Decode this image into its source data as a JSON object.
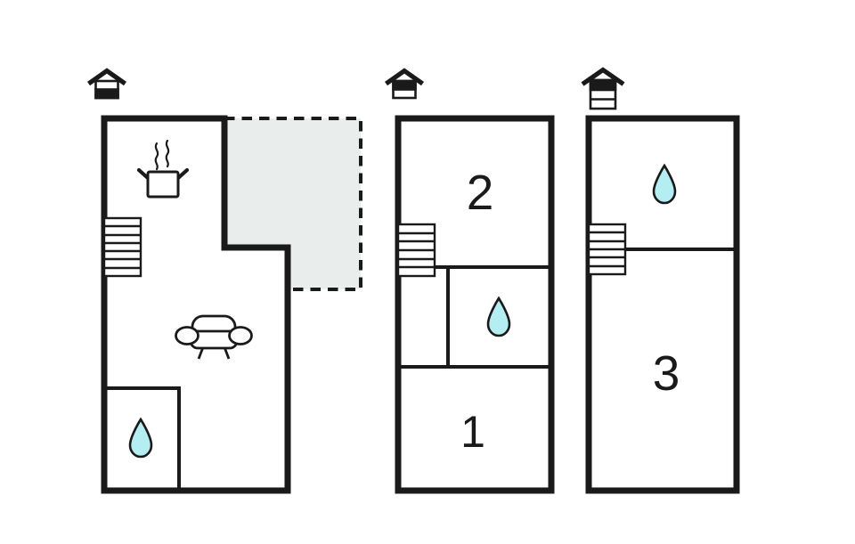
{
  "page": {
    "background": "#ffffff",
    "type": "property-floor-plan"
  },
  "palette": {
    "wall_color": "#1a1a1a",
    "terrace_fill": "#e9eeec",
    "water_drop_fill": "#b4eef2",
    "room_fill": "#ffffff"
  },
  "floors": {
    "ground": {
      "name": "ground-floor",
      "icon": "house-ground-floor-icon",
      "features": [
        "kitchen-pot-with-steam",
        "staircase",
        "sofa",
        "bathroom-water-drop",
        "dashed-terrace"
      ]
    },
    "first": {
      "name": "first-floor",
      "icon": "house-first-floor-icon",
      "features": [
        "staircase",
        "bathroom-water-drop"
      ],
      "rooms": {
        "room2": {
          "label": "2"
        },
        "room1": {
          "label": "1"
        }
      }
    },
    "top": {
      "name": "top-floor",
      "icon": "house-top-floor-icon",
      "features": [
        "staircase",
        "bathroom-water-drop"
      ],
      "rooms": {
        "room3": {
          "label": "3"
        }
      }
    }
  }
}
